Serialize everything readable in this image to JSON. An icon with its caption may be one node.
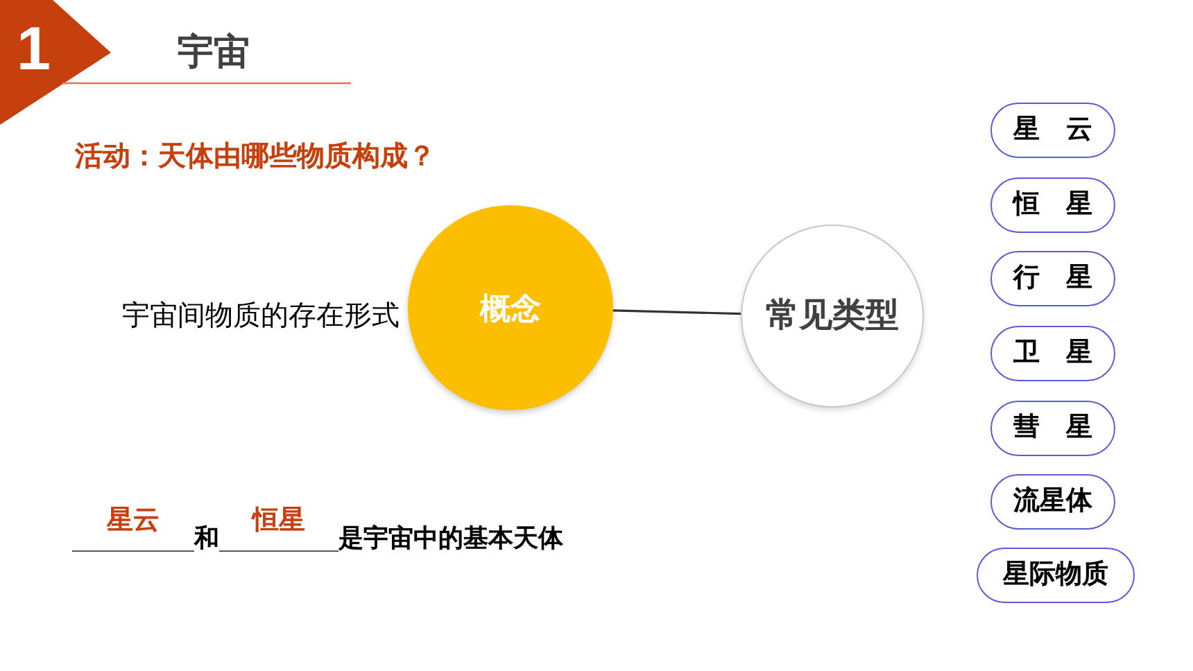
{
  "diagram": {
    "title": "宇宙",
    "nodes": [
      {
        "text": [
          "概念"
        ],
        "beside": [
          "宇宙间物质的存在形式"
        ]
      },
      {
        "text": [
          "常见类型"
        ]
      },
      {
        "text": [
          "星 云"
        ]
      },
      {
        "text": [
          "恒 星"
        ]
      },
      {
        "text": [
          "行 星"
        ]
      },
      {
        "text": [
          "卫 星"
        ]
      },
      {
        "text": [
          "彗 星"
        ]
      },
      {
        "text": [
          "流星体"
        ]
      },
      {
        "text": [
          "星际物质"
        ]
      }
    ],
    "edges": [
      {
        "from": 0,
        "to": 1,
        "arrow": "none"
      }
    ],
    "labels": [
      "1",
      "活动：天体由哪些物质构成？",
      "星云",
      "和",
      "恒星",
      "是宇宙中的基本天体"
    ]
  }
}
